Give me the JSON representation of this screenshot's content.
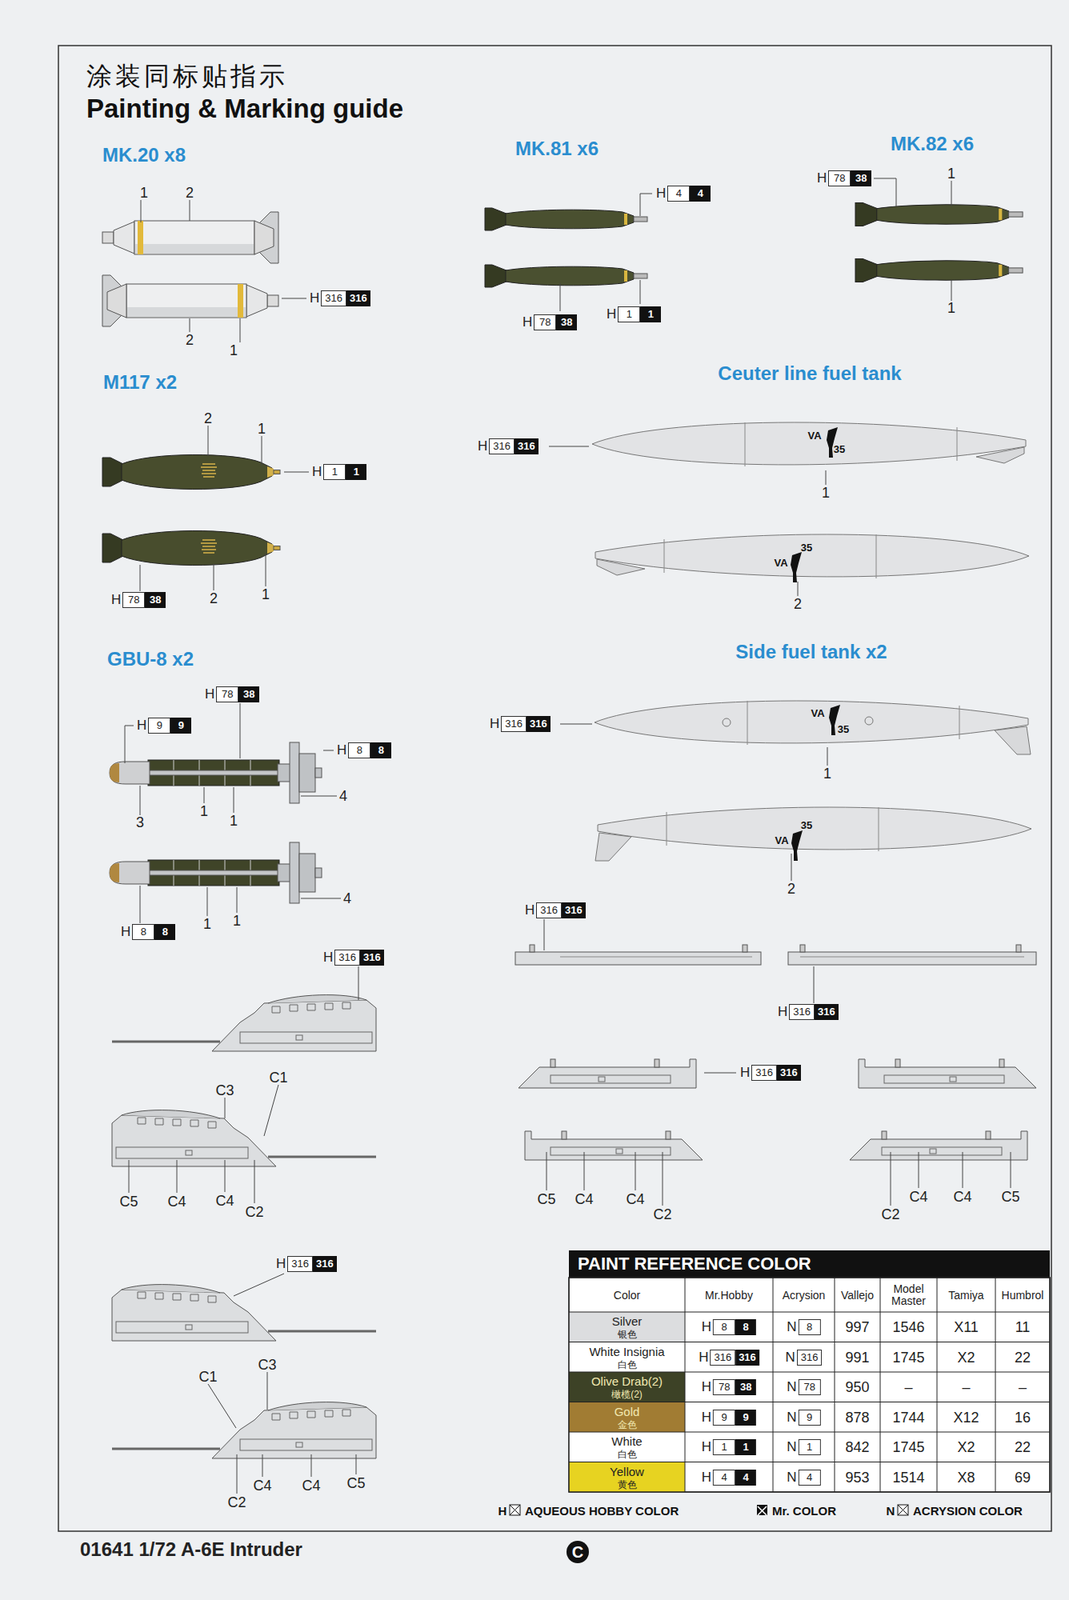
{
  "diagram": {
    "title": "Painting & Marking guide",
    "labels": [
      "涂装同标贴指示",
      "MK.20 x8",
      "1",
      "2",
      "H",
      "316",
      "316",
      "2",
      "1",
      "MK.81 x6",
      "H",
      "4",
      "4",
      "H",
      "78",
      "38",
      "H",
      "1",
      "1",
      "MK.82 x6",
      "H",
      "78",
      "38",
      "1",
      "1",
      "M117 x2",
      "2",
      "1",
      "H",
      "1",
      "1",
      "H",
      "78",
      "38",
      "2",
      "1",
      "Ceuter line fuel tank",
      "H",
      "316",
      "316",
      "VA",
      "35",
      "1",
      "35",
      "VA",
      "2",
      "GBU-8 x2",
      "H",
      "78",
      "38",
      "H",
      "9",
      "9",
      "H",
      "8",
      "8",
      "4",
      "3",
      "1",
      "1",
      "4",
      "H",
      "8",
      "8",
      "1",
      "1",
      "Side fuel tank x2",
      "H",
      "316",
      "316",
      "VA",
      "35",
      "1",
      "35",
      "VA",
      "2",
      "H",
      "316",
      "316",
      "H",
      "316",
      "316",
      "H",
      "316",
      "316",
      "H",
      "316",
      "316",
      "C3",
      "C1",
      "C5",
      "C4",
      "C4",
      "C2",
      "C5",
      "C4",
      "C4",
      "C2",
      "C2",
      "C4",
      "C4",
      "C5",
      "H",
      "316",
      "316",
      "C1",
      "C3",
      "C2",
      "C4",
      "C4",
      "C5",
      "PAINT REFERENCE COLOR",
      "Color",
      "Mr.Hobby",
      "Acrysion",
      "Vallejo",
      "Model Master",
      "Tamiya",
      "Humbrol",
      "Silver",
      "银色",
      "H",
      "8",
      "8",
      "N",
      "8",
      "997",
      "1546",
      "X11",
      "11",
      "White Insignia",
      "白色",
      "H",
      "316",
      "316",
      "N",
      "316",
      "991",
      "1745",
      "X2",
      "22",
      "Olive Drab(2)",
      "橄榄(2)",
      "H",
      "78",
      "38",
      "N",
      "78",
      "950",
      "–",
      "–",
      "–",
      "Gold",
      "金色",
      "H",
      "9",
      "9",
      "N",
      "9",
      "878",
      "1744",
      "X12",
      "16",
      "White",
      "白色",
      "H",
      "1",
      "1",
      "N",
      "1",
      "842",
      "1745",
      "X2",
      "22",
      "Yellow",
      "黄色",
      "H",
      "4",
      "4",
      "N",
      "4",
      "953",
      "1514",
      "X8",
      "69",
      "H",
      "N",
      "01641 1/72 A-6E Intruder",
      "C"
    ],
    "legend": [
      {
        "text": "AQUEOUS HOBBY COLOR"
      },
      {
        "text": "Mr. COLOR",
        "color": "#111111"
      },
      {
        "text": "ACRYSION COLOR"
      }
    ]
  }
}
